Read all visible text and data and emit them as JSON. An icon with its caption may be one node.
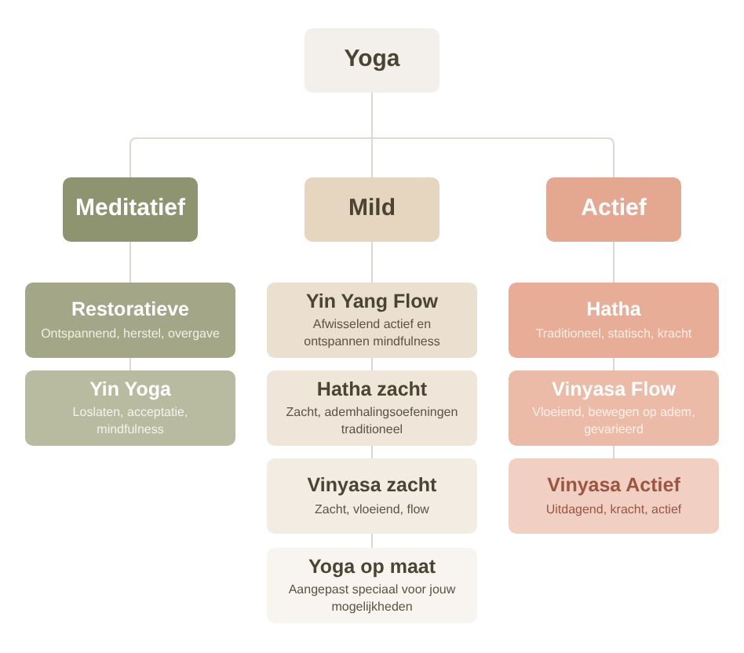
{
  "diagram": {
    "nodes": [
      {
        "text": [
          "Yoga"
        ]
      },
      {
        "text": [
          "Meditatief"
        ]
      },
      {
        "text": [
          "Mild"
        ]
      },
      {
        "text": [
          "Actief"
        ]
      },
      {
        "text": [
          "Restoratieve",
          "Ontspannend, herstel, overgave"
        ]
      },
      {
        "text": [
          "Yin Yoga",
          "Loslaten, acceptatie, mindfulness"
        ]
      },
      {
        "text": [
          "Yin Yang Flow",
          "Afwisselend actief en ontspannen mindfulness"
        ]
      },
      {
        "text": [
          "Hatha zacht",
          "Zacht, ademhalingsoefeningen traditioneel"
        ]
      },
      {
        "text": [
          "Vinyasa zacht",
          "Zacht, vloeiend, flow"
        ]
      },
      {
        "text": [
          "Yoga op maat",
          "Aangepast speciaal voor jouw mogelijkheden"
        ]
      },
      {
        "text": [
          "Hatha",
          "Traditioneel, statisch, kracht"
        ]
      },
      {
        "text": [
          "Vinyasa Flow",
          "Vloeiend, bewegen op adem, gevarieerd"
        ]
      },
      {
        "text": [
          "Vinyasa Actief",
          "Uitdagend, kracht, actief"
        ]
      }
    ],
    "edges": [
      {
        "from": 0,
        "to": 1,
        "arrow": "none"
      },
      {
        "from": 0,
        "to": 2,
        "arrow": "none"
      },
      {
        "from": 0,
        "to": 3,
        "arrow": "none"
      },
      {
        "from": 1,
        "to": 4,
        "arrow": "none"
      },
      {
        "from": 4,
        "to": 5,
        "arrow": "none"
      },
      {
        "from": 2,
        "to": 6,
        "arrow": "none"
      },
      {
        "from": 6,
        "to": 7,
        "arrow": "none"
      },
      {
        "from": 7,
        "to": 8,
        "arrow": "none"
      },
      {
        "from": 8,
        "to": 9,
        "arrow": "none"
      },
      {
        "from": 3,
        "to": 10,
        "arrow": "none"
      },
      {
        "from": 10,
        "to": 11,
        "arrow": "none"
      },
      {
        "from": 11,
        "to": 12,
        "arrow": "none"
      }
    ]
  }
}
